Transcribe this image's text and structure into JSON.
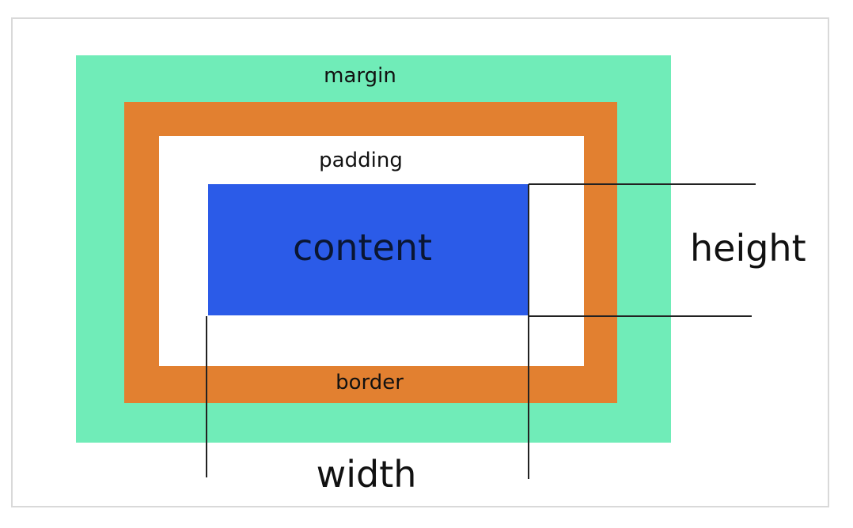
{
  "diagram": {
    "labels": {
      "margin": "margin",
      "border": "border",
      "padding": "padding",
      "content": "content",
      "height": "height",
      "width": "width"
    },
    "colors": {
      "margin": "#70ecb8",
      "border": "#e28030",
      "padding": "#ffffff",
      "content": "#2b5be8",
      "guide_line": "#222222",
      "frame_border": "#d9d9d9"
    }
  }
}
